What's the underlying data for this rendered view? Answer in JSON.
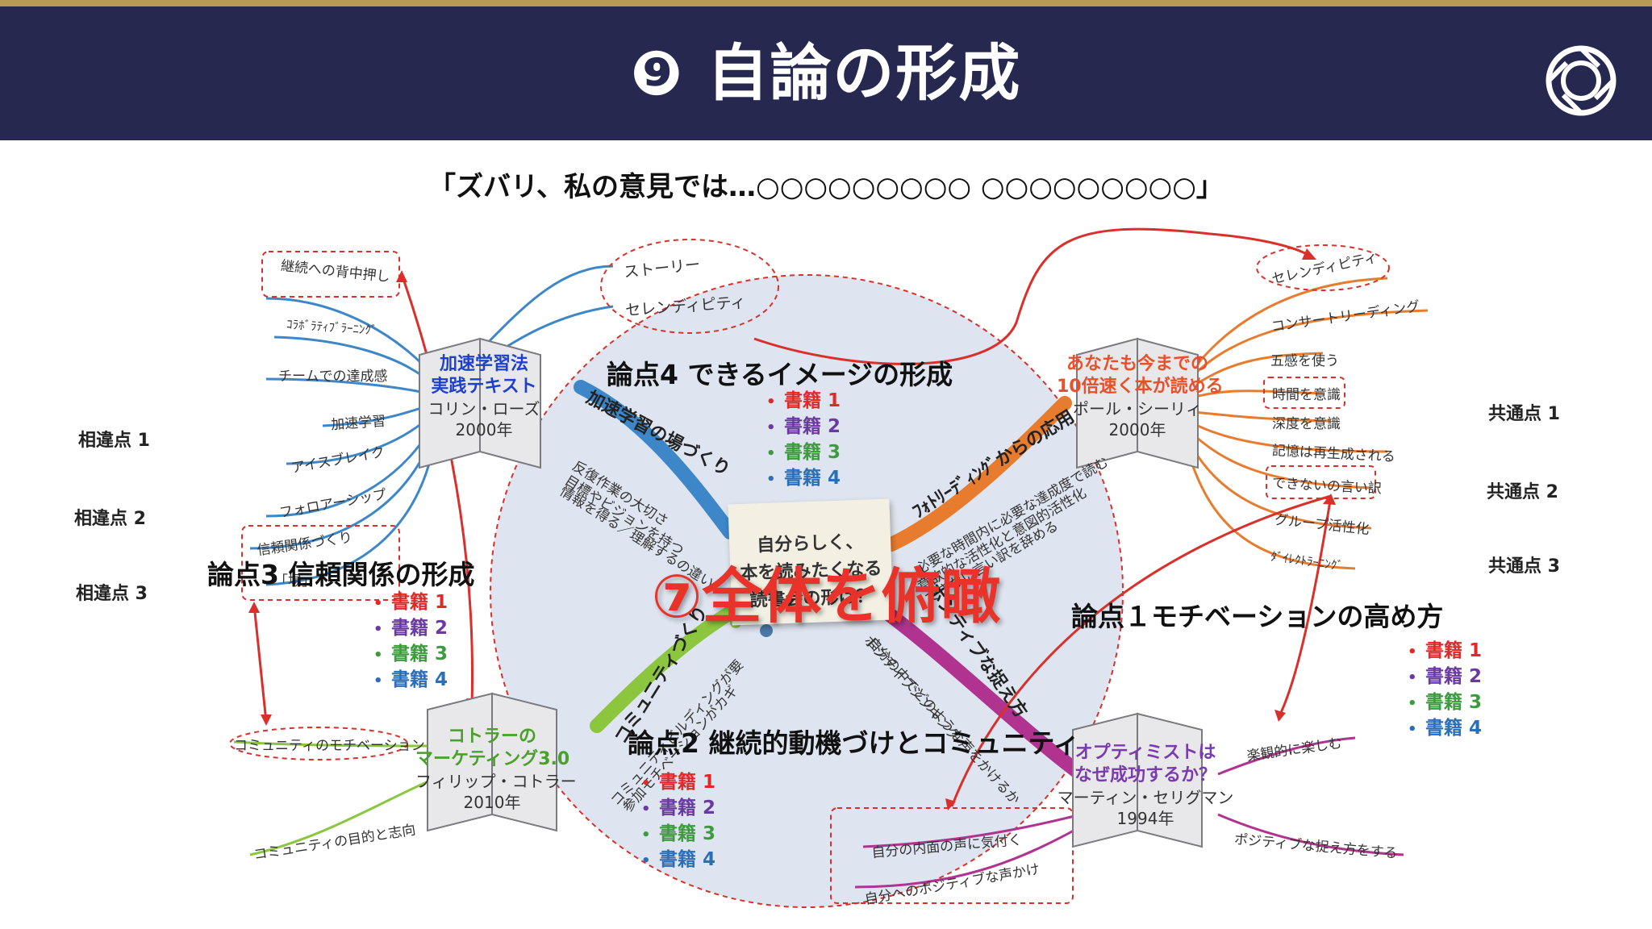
{
  "header": {
    "title": "❾ 自論の形成"
  },
  "quote": "「ズバリ、私の意見では…○○○○○○○○○ ○○○○○○○○○」",
  "center": {
    "text_line1": "自分らしく、",
    "text_line2": "本を読みたくなる",
    "text_line3": "読書会の形は？",
    "overlay": "⑦全体を俯瞰"
  },
  "books": {
    "top_left": {
      "title1": "加速学習法",
      "title2": "実践テキスト",
      "author": "コリン・ローズ",
      "year": "2000年"
    },
    "top_right": {
      "title1": "あなたも今までの",
      "title2": "10倍速く本が読める",
      "author": "ポール・シーリィ",
      "year": "2000年"
    },
    "bottom_left": {
      "title1": "コトラーの",
      "title2": "マーケティング3.0",
      "author": "フィリップ・コトラー",
      "year": "2010年"
    },
    "bottom_right": {
      "title1": "オプティミストは",
      "title2": "なぜ成功するか？",
      "author": "マーティン・セリグマン",
      "year": "1994年"
    }
  },
  "branches": {
    "top_left": [
      "継続への背中押し",
      "ｺﾗﾎﾞﾗﾃｨﾌﾞﾗｰﾆﾝｸﾞ",
      "チームでの達成感",
      "加速学習",
      "アイスブレイク",
      "フォロアーシップ",
      "信頼関係づくり",
      "「場」"
    ],
    "top_right": [
      "セレンディピティ",
      "コンサートリーディング",
      "五感を使う",
      "時間を意識",
      "深度を意識",
      "記憶は再生成される",
      "できないの言い訳",
      "グループ活性化",
      "ﾀﾞｲﾚｸﾄﾗｰﾆﾝｸﾞ"
    ],
    "bottom_left": [
      "コミュニティのモチベーション",
      "コミュニティの目的と志向"
    ],
    "bottom_right": [
      "楽観的に楽しむ",
      "ポジティブな捉え方をする",
      "自分の内面の声に気付く",
      "自分へのポジティブな声かけ"
    ],
    "top_center": [
      "ストーリー",
      "セレンディピティ"
    ]
  },
  "spokes": {
    "upper_left": {
      "label": "加速学習の場づくり",
      "sub1": "反復作業の大切さ",
      "sub2": "目標やビジョンを持つ",
      "sub3": "情報を得る／理解するの違い"
    },
    "upper_right": {
      "label": "ﾌｫﾄﾘｰﾃﾞｨﾝｸﾞからの応用",
      "sub1": "必要な時間内に必要な達成度で読む",
      "sub2": "意欲的な活性化と意図的活性化",
      "sub3": "できない言い訳を辞める"
    },
    "lower_left": {
      "label": "コミュニティづくり",
      "sub1": "コミュニティビルディングが要",
      "sub2": "参加モチベーションがカギ"
    },
    "lower_right": {
      "label": "ポジティブな捉え方",
      "sub1": "ポジティブシンキング",
      "sub2": "自分の中でどのような声をかけるか"
    }
  },
  "topics": {
    "p4": "論点4 できるイメージの形成",
    "p3": "論点3 信頼関係の形成",
    "p2": "論点2 継続的動機づけとコミュニティ",
    "p1": "論点１モチベーションの高め方"
  },
  "book_list": [
    "書籍 1",
    "書籍 2",
    "書籍 3",
    "書籍 4"
  ],
  "side_labels": {
    "left": [
      "相違点 1",
      "相違点 2",
      "相違点 3"
    ],
    "right": [
      "共通点 1",
      "共通点 2",
      "共通点 3"
    ]
  },
  "colors": {
    "navy": "#262850",
    "gold": "#b79a55",
    "blue_branch": "#3d87c9",
    "orange_branch": "#e87c2e",
    "green_branch": "#8cc63f",
    "magenta_branch": "#b0338f",
    "red_annot": "#d9302b",
    "circle_fill": "#dfe5f0"
  }
}
